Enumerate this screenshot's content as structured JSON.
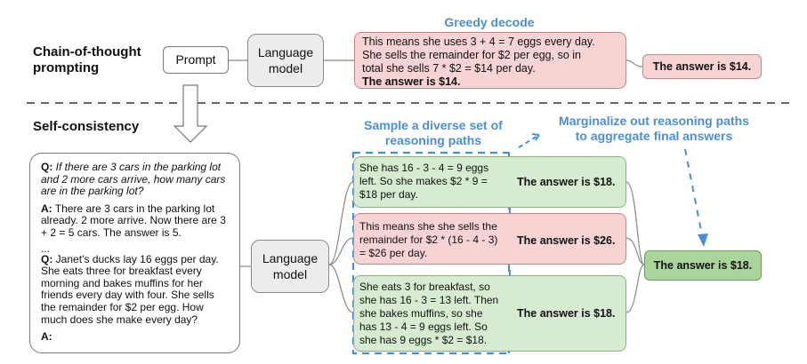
{
  "sections": {
    "cot_title": "Chain-of-thought\nprompting",
    "sc_title": "Self-consistency"
  },
  "prompt_label": "Prompt",
  "lm_label": "Language\nmodel",
  "greedy": {
    "title": "Greedy decode",
    "text": "This means she uses 3 + 4 = 7 eggs every day.\nShe sells the remainder for $2 per egg, so in\ntotal she sells 7 * $2 = $14 per day.",
    "answer_line": "The answer is $14.",
    "final": "The answer is $14."
  },
  "sample_title": "Sample a diverse set of\nreasoning paths",
  "marginalize_title": "Marginalize out reasoning paths\nto aggregate final answers",
  "prompt_example": {
    "q1_label": "Q:",
    "q1_text": " If there are 3 cars in the parking lot and 2 more cars arrive, how many cars are in the parking lot?",
    "a1_label": "A:",
    "a1_text": " There are 3 cars in the parking lot already. 2 more arrive. Now there are 3 + 2 = 5 cars. The answer is 5.",
    "ellipsis": "...",
    "q2_label": "Q:",
    "q2_text": " Janet’s ducks lay 16 eggs per day. She eats three for breakfast every morning and bakes muffins for her friends every day with four. She sells the remainder for $2 per egg. How much does she make every day?",
    "a2_label": "A:"
  },
  "paths": [
    {
      "text": "She has 16 - 3 - 4 = 9 eggs\nleft. So she makes $2 * 9 =\n$18 per day.",
      "answer": "The answer is $18.",
      "color": "#d6ebcf"
    },
    {
      "text": "This means she she sells the\nremainder for $2 * (16 - 4 - 3)\n= $26 per day.",
      "answer": "The answer is $26.",
      "color": "#f7d3d3"
    },
    {
      "text": "She eats 3 for breakfast, so\nshe has 16 - 3 = 13 left. Then\nshe bakes muffins, so she\nhas 13 - 4 = 9 eggs left. So\nshe has 9 eggs * $2 = $18.",
      "answer": "The answer is $18.",
      "color": "#d6ebcf"
    }
  ],
  "final_answer": "The answer is $18.",
  "colors": {
    "accent_blue": "#4a8fd6",
    "red_fill": "#f7d3d3",
    "green_fill": "#d6ebcf",
    "gray_fill": "#ececec"
  }
}
